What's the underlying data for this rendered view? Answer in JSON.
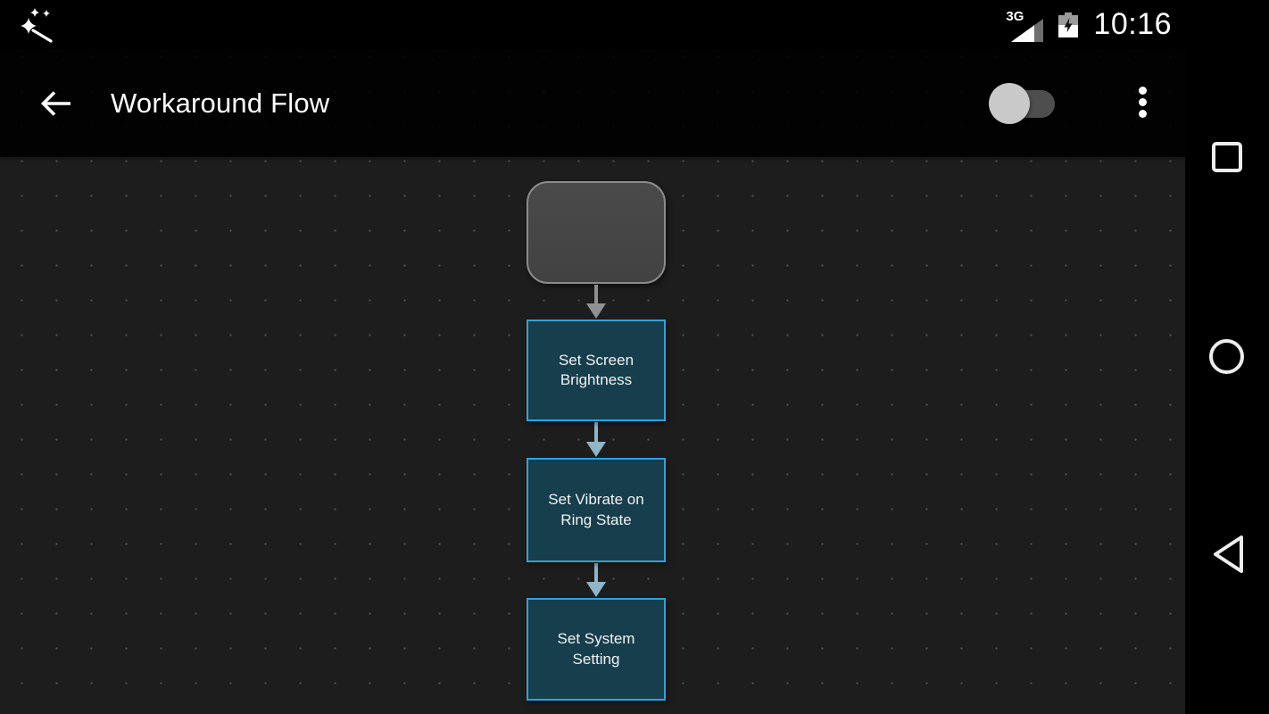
{
  "status_bar": {
    "time": "10:16",
    "network": "3G",
    "icons": [
      "magic-wand-icon",
      "signal-icon",
      "battery-charging-icon"
    ]
  },
  "app_bar": {
    "title": "Workaround Flow",
    "toggle": {
      "state": "off"
    },
    "menu_icon": "overflow-menu-icon"
  },
  "canvas": {
    "type": "flowchart",
    "nodes": [
      {
        "id": 0,
        "type": "start",
        "label": ""
      },
      {
        "id": 1,
        "type": "action",
        "label": "Set Screen Brightness"
      },
      {
        "id": 2,
        "type": "action",
        "label": "Set Vibrate on Ring State"
      },
      {
        "id": 3,
        "type": "action",
        "label": "Set System Setting"
      }
    ],
    "connections": [
      {
        "from": 0,
        "to": 1,
        "color": "#909090"
      },
      {
        "from": 1,
        "to": 2,
        "color": "#8fb6c8"
      },
      {
        "from": 2,
        "to": 3,
        "color": "#8fb6c8"
      }
    ]
  },
  "nav_bar": {
    "buttons": [
      {
        "name": "recents",
        "shape": "square"
      },
      {
        "name": "home",
        "shape": "circle"
      },
      {
        "name": "back",
        "shape": "triangle"
      }
    ]
  },
  "colors": {
    "canvas_bg": "#1d1d1d",
    "grid_dot": "#4c4c4c",
    "app_bar_bg": "#000000",
    "node_fill": "#163e4d",
    "node_border": "#2fa3d9",
    "start_node_fill": "#454545",
    "start_node_border": "#8b8b8b",
    "arrow_gray": "#909090",
    "arrow_blue": "#8fb6c8",
    "toggle_thumb": "#c9c9c9",
    "toggle_track": "#4e4e4e"
  }
}
